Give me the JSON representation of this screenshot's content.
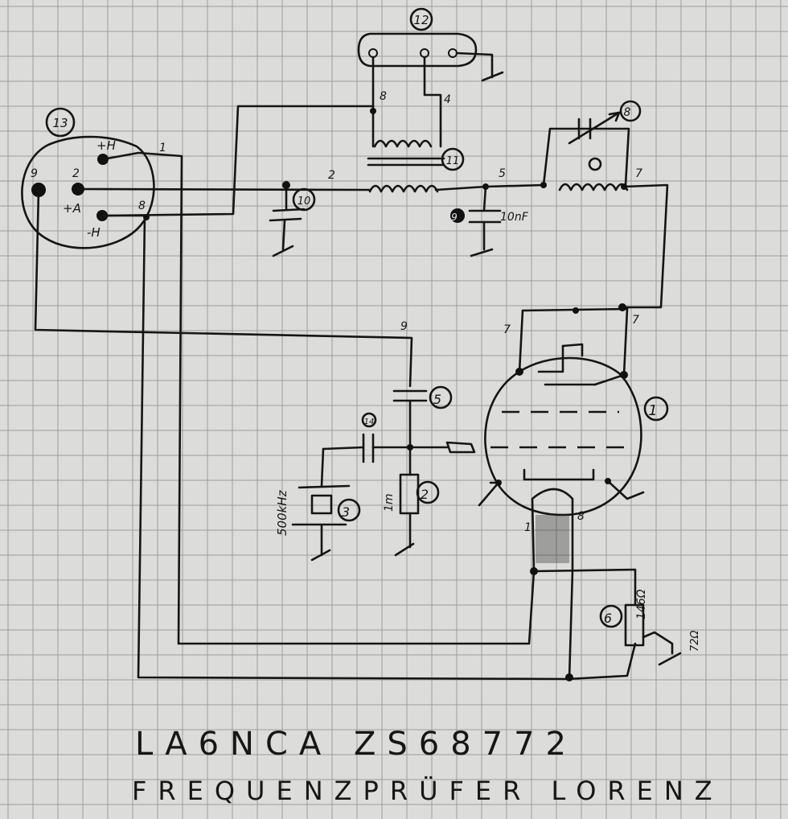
{
  "labels": {
    "n1": "1",
    "n2": "2",
    "n3": "3",
    "n4": "4",
    "n5": "5",
    "n6": "6",
    "n7": "7",
    "n8": "8",
    "n9": "9",
    "n10": "10",
    "n11": "11",
    "n12": "12",
    "n13": "13",
    "n14": "14",
    "plus_h": "+H",
    "plus_a": "+A",
    "minus_h": "-H",
    "cap_10nf": "10nF",
    "crystal_freq": "500kHz",
    "res_1m": "1m",
    "res_146": "146Ω",
    "res_72": "72Ω"
  },
  "title": {
    "line1": "LA6NCA  ZS68772",
    "line2": "FREQUENZPRÜFER  LORENZ"
  }
}
